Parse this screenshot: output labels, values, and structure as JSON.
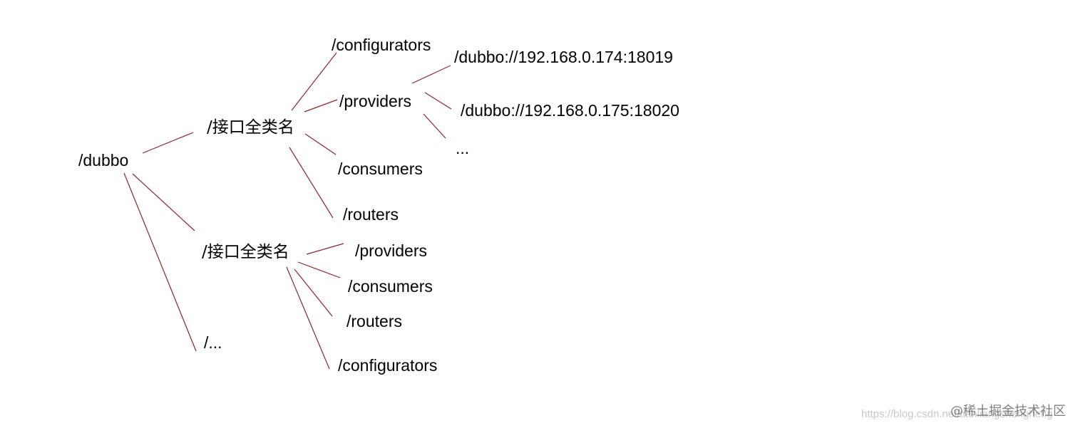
{
  "colors": {
    "edge": "#8b2333",
    "text": "#000000",
    "watermark": "#c9c9c9",
    "watermark_brand": "#7f7f7f"
  },
  "nodes": {
    "root": "/dubbo",
    "iface1": "/接口全类名",
    "iface2": "/接口全类名",
    "iface_more": "/...",
    "configurators1": "/configurators",
    "providers1": "/providers",
    "consumers1": "/consumers",
    "routers1": "/routers",
    "provider_url1": "/dubbo://192.168.0.174:18019",
    "provider_url2": "/dubbo://192.168.0.175:18020",
    "provider_more": "...",
    "providers2": "/providers",
    "consumers2": "/consumers",
    "routers2": "/routers",
    "configurators2": "/configurators"
  },
  "watermark": {
    "url": "https://blog.csdn.net/tianliangshengheng",
    "brand": "@稀土掘金技术社区"
  }
}
